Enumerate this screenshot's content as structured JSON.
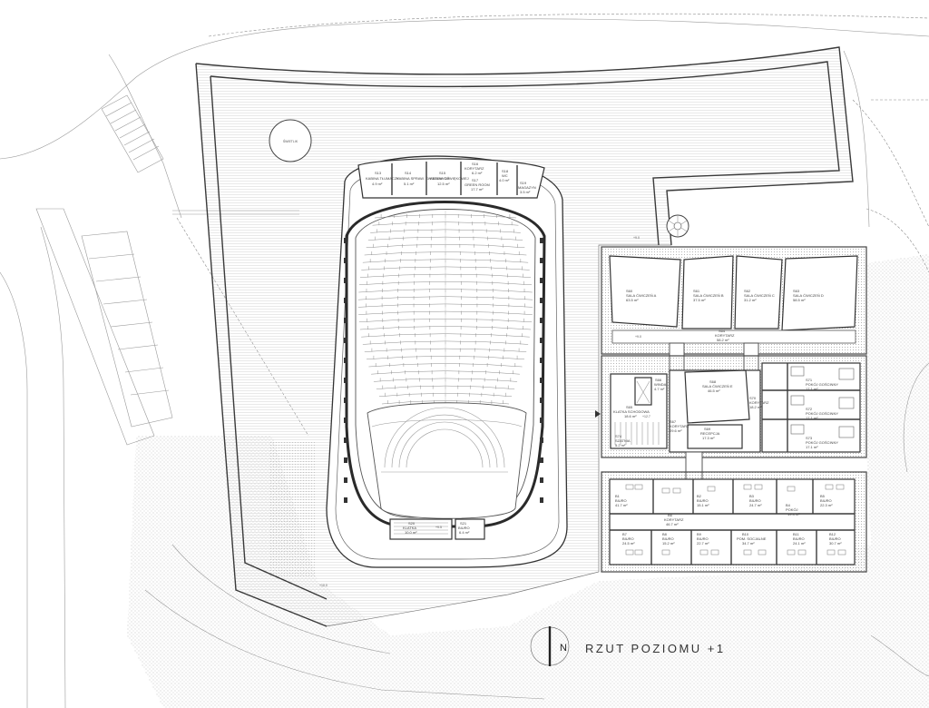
{
  "title": "RZUT POZIOMU +1",
  "north": "N",
  "skylight": "ŚWIETLIK",
  "levels": {
    "mid_left": "+9.0",
    "left_bottom": "+10.0",
    "left_top_small": "+9.5",
    "stair": "+12.7"
  },
  "foyer_rooms": [
    {
      "code": "S13",
      "name": "KABINA TŁUMACZY",
      "area": "4.9 m²"
    },
    {
      "code": "S14",
      "name": "KABINA SPRAW. ŚWIETLNYCH",
      "area": "5.1 m²"
    },
    {
      "code": "S15",
      "name": "KABINA DŹWIĘKOWEJ",
      "area": "12.5 m²"
    },
    {
      "code": "S16",
      "name": "KORYTARZ",
      "area": "6.2 m²"
    },
    {
      "code": "S17",
      "name": "GREEN ROOM",
      "area": "17.7 m²"
    },
    {
      "code": "S18",
      "name": "WC",
      "area": "4.0 m²"
    },
    {
      "code": "S19",
      "name": "MAGAZYN",
      "area": "3.5 m²"
    }
  ],
  "hall_bottom_rooms": [
    {
      "code": "S20",
      "name": "KLATKA",
      "area": "10.0 m²"
    },
    {
      "code": "S21",
      "name": "BIURO",
      "area": "6.4 m²"
    }
  ],
  "practice_rooms": [
    {
      "code": "S60",
      "name": "SALA ĆWICZEŃ A",
      "area": "63.5 m²"
    },
    {
      "code": "S61",
      "name": "SALA ĆWICZEŃ B",
      "area": "37.5 m²"
    },
    {
      "code": "S62",
      "name": "SALA ĆWICZEŃ C",
      "area": "31.2 m²"
    },
    {
      "code": "S63",
      "name": "SALA ĆWICZEŃ D",
      "area": "58.5 m²"
    }
  ],
  "corridor_top": {
    "code": "S64",
    "name": "KORYTARZ",
    "area": "58.2 m²"
  },
  "middle_block": [
    {
      "code": "S65",
      "name": "KLATKA SCHODOWA",
      "area": "18.6 m²"
    },
    {
      "code": "S66",
      "name": "WINDA",
      "area": "4.7 m²"
    },
    {
      "code": "S67",
      "name": "KORYTARZ",
      "area": "29.6 m²"
    },
    {
      "code": "S68",
      "name": "SALA ĆWICZEŃ E",
      "area": "46.5 m²"
    },
    {
      "code": "S69",
      "name": "RECEPCJA",
      "area": "17.3 m²"
    },
    {
      "code": "S70",
      "name": "KORYTARZ",
      "area": "18.2 m²"
    },
    {
      "code": "S71",
      "name": "POKÓJ GOŚCINNY",
      "area": "17.1 m²"
    },
    {
      "code": "S72",
      "name": "POKÓJ GOŚCINNY",
      "area": "17.1 m²"
    },
    {
      "code": "S73",
      "name": "POKÓJ GOŚCINNY",
      "area": "17.1 m²"
    },
    {
      "code": "S74",
      "name": "SZATNIA",
      "area": "5.2 m²"
    }
  ],
  "office_top": [
    {
      "code": "B1",
      "name": "BIURO",
      "area": "41.7 m²"
    },
    {
      "code": "B2",
      "name": "BIURO",
      "area": "15.1 m²"
    },
    {
      "code": "B3",
      "name": "BIURO",
      "area": "24.7 m²"
    },
    {
      "code": "B4",
      "name": "POKÓJ",
      "area": "19.3 m²"
    },
    {
      "code": "B5",
      "name": "BIURO",
      "area": "22.3 m²"
    }
  ],
  "office_corridor": {
    "code": "B6",
    "name": "KORYTARZ",
    "area": "46.7 m²"
  },
  "office_bottom": [
    {
      "code": "B7",
      "name": "BIURO",
      "area": "24.5 m²"
    },
    {
      "code": "B8",
      "name": "BIURO",
      "area": "15.2 m²"
    },
    {
      "code": "B9",
      "name": "BIURO",
      "area": "22.7 m²"
    },
    {
      "code": "B10",
      "name": "POM. SOCJALNE",
      "area": "34.7 m²"
    },
    {
      "code": "B11",
      "name": "BIURO",
      "area": "24.1 m²"
    },
    {
      "code": "B12",
      "name": "BIURO",
      "area": "30.7 m²"
    }
  ]
}
